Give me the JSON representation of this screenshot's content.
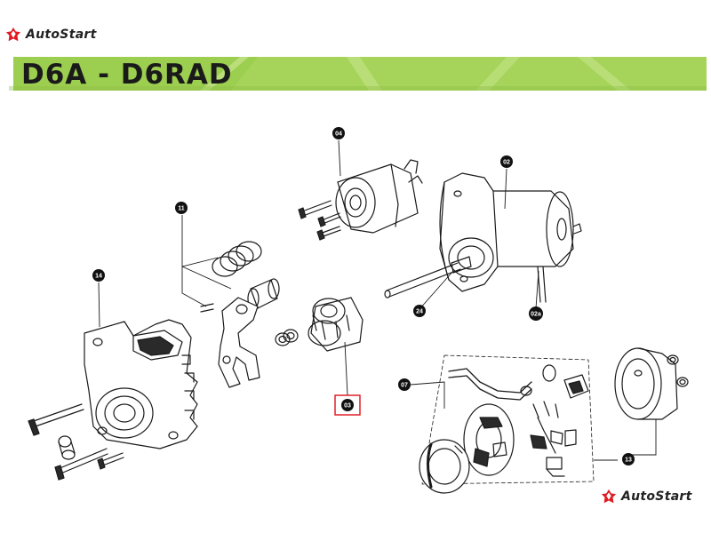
{
  "brand": {
    "name": "AutoStart",
    "icon": "autostart-logo-icon",
    "accent": "#e01b22"
  },
  "title": {
    "text": "D6A - D6RAD",
    "bar_color": "#a6d45a",
    "bar_light": "#c8e68f"
  },
  "highlight_color": "#e0202a",
  "callouts": [
    {
      "id": "c04",
      "label": "04"
    },
    {
      "id": "c02",
      "label": "02"
    },
    {
      "id": "c11",
      "label": "11"
    },
    {
      "id": "c14",
      "label": "14"
    },
    {
      "id": "c24",
      "label": "24"
    },
    {
      "id": "c02a",
      "label": "02a"
    },
    {
      "id": "c07",
      "label": "07"
    },
    {
      "id": "c03",
      "label": "03"
    },
    {
      "id": "c13",
      "label": "13"
    }
  ],
  "highlighted_callout": "03"
}
